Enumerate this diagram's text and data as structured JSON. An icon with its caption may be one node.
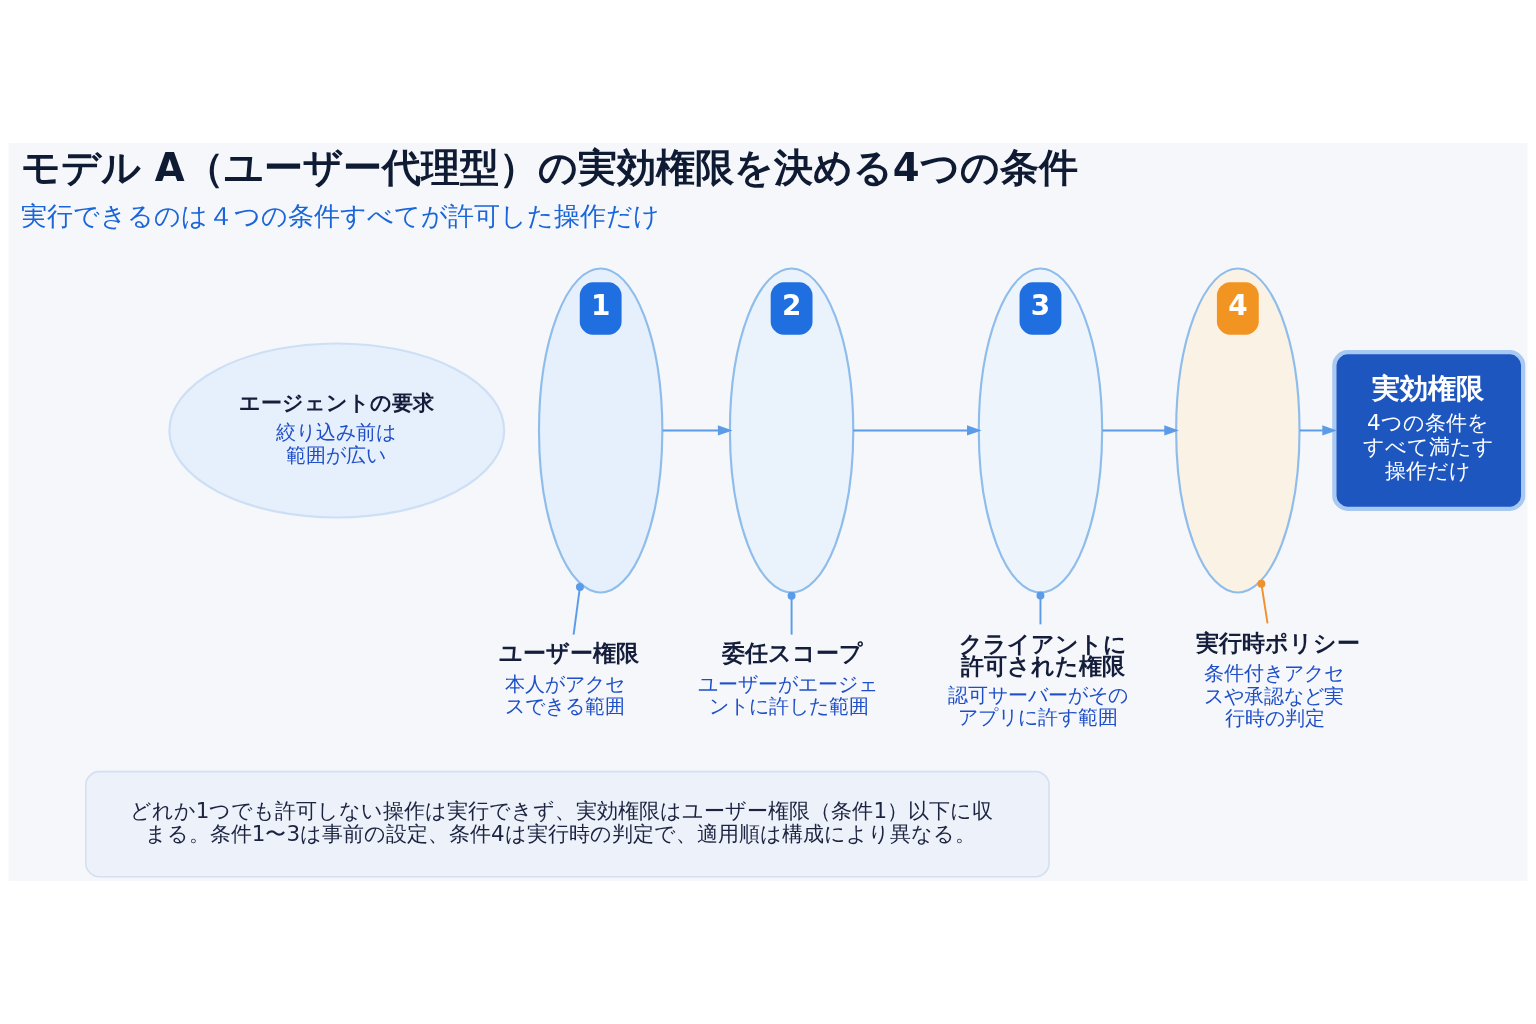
{
  "diagram": {
    "title": "モデル A（ユーザー代理型）の実効権限を決める4つの条件",
    "nodes": [
      {
        "text": [
          "エージェントの要求",
          "絞り込み前は範囲が広い"
        ]
      },
      {
        "text": [
          "1"
        ]
      },
      {
        "text": [
          "2"
        ]
      },
      {
        "text": [
          "3"
        ]
      },
      {
        "text": [
          "4"
        ]
      },
      {
        "text": [
          "実効権限",
          "4つの条件をすべて満たす操作だけ"
        ]
      },
      {
        "text": [
          "ユーザー権限",
          "本人がアクセスできる範囲"
        ]
      },
      {
        "text": [
          "委任スコープ",
          "ユーザーがエージェントに許した範囲"
        ]
      },
      {
        "text": [
          "クライアントに許可された権限",
          "認可サーバーがそのアプリに許す範囲"
        ]
      },
      {
        "text": [
          "実行時ポリシー",
          "条件付きアクセスや承認など実行時の判定"
        ]
      },
      {
        "text": [
          "どれか1つでも許可しない操作は実行できず、実効権限はユーザー権限（条件1）以下に収まる。条件1〜3は事前の設定、条件4は実行時の判定で、適用順は構成により異なる。"
        ]
      }
    ],
    "edges": [
      {
        "from": 1,
        "to": 2,
        "arrow": "to"
      },
      {
        "from": 2,
        "to": 3,
        "arrow": "to"
      },
      {
        "from": 3,
        "to": 4,
        "arrow": "to"
      },
      {
        "from": 4,
        "to": 5,
        "arrow": "to"
      },
      {
        "from": 6,
        "to": 1,
        "arrow": "other"
      },
      {
        "from": 7,
        "to": 2,
        "arrow": "other"
      },
      {
        "from": 8,
        "to": 3,
        "arrow": "other"
      },
      {
        "from": 9,
        "to": 4,
        "arrow": "other",
        "color": "#f0922b"
      }
    ],
    "labels": [
      "実行できるのは４つの条件すべてが許可した操作だけ"
    ]
  }
}
